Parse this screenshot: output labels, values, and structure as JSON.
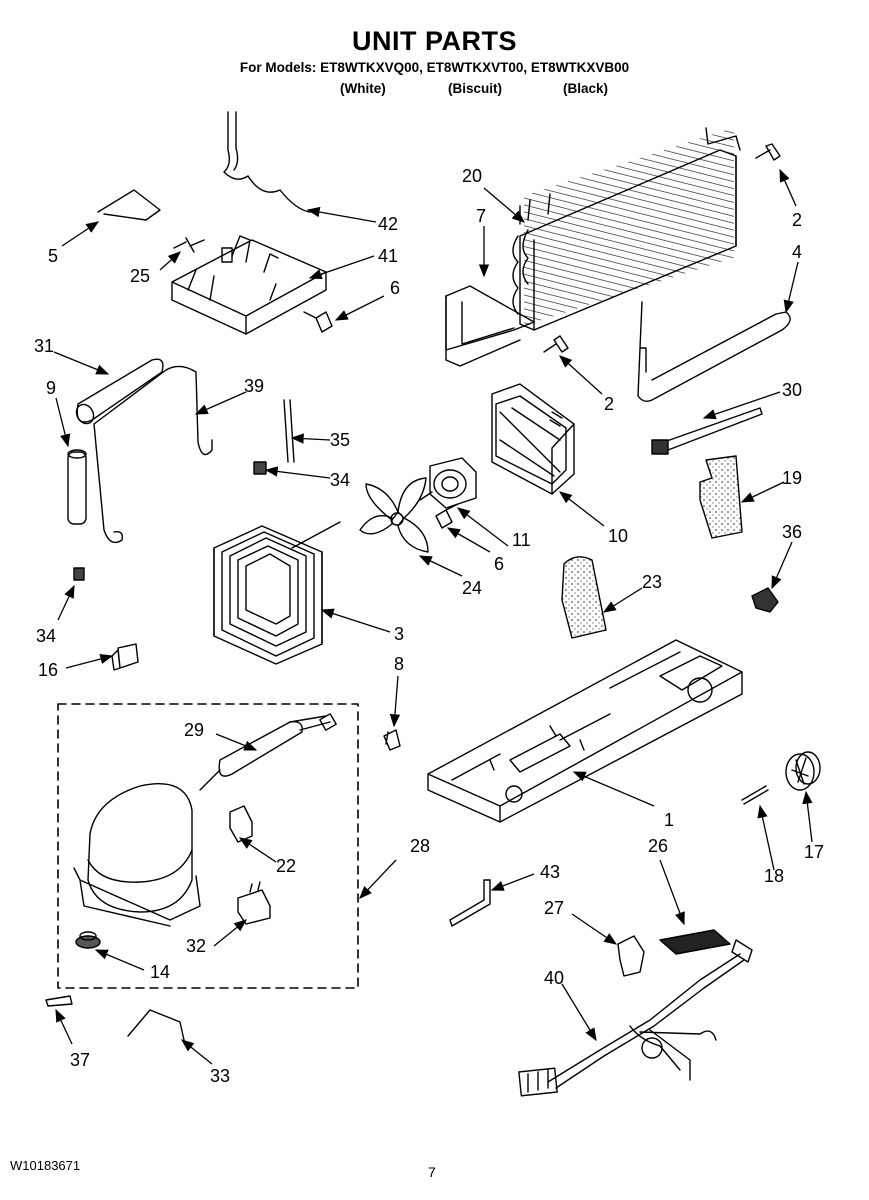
{
  "title": "UNIT PARTS",
  "models_line": "For Models: ET8WTKXVQ00, ET8WTKXVT00, ET8WTKXVB00",
  "variants": [
    "(White)",
    "(Biscuit)",
    "(Black)"
  ],
  "doc_number": "W10183671",
  "page_number": "7",
  "callouts": [
    "1",
    "2",
    "2",
    "3",
    "4",
    "5",
    "6",
    "6",
    "7",
    "8",
    "9",
    "10",
    "11",
    "14",
    "16",
    "17",
    "18",
    "19",
    "20",
    "22",
    "23",
    "24",
    "25",
    "26",
    "27",
    "28",
    "29",
    "30",
    "31",
    "32",
    "33",
    "34",
    "34",
    "35",
    "36",
    "37",
    "39",
    "40",
    "41",
    "42",
    "43"
  ]
}
